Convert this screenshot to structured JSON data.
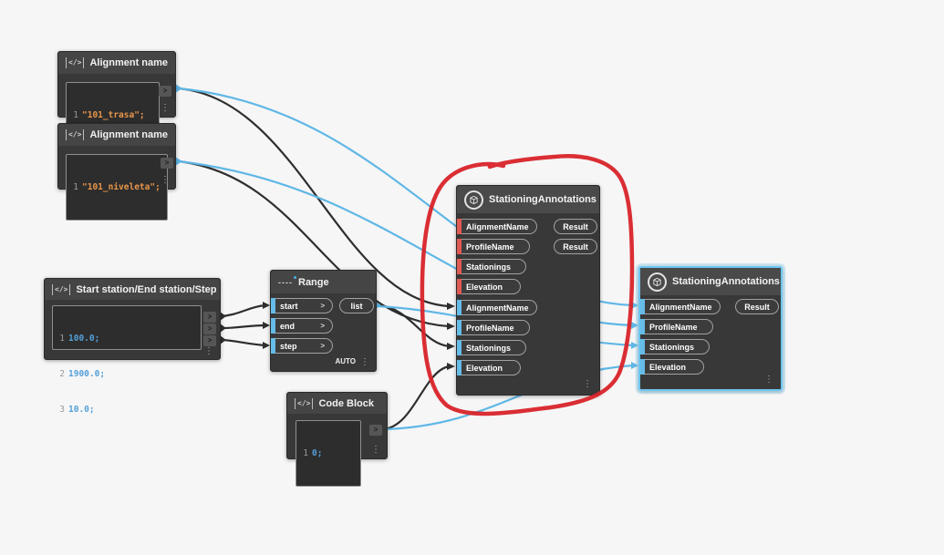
{
  "canvas": {
    "background": "#f6f6f6"
  },
  "colors": {
    "wire_black": "#2e2e2e",
    "wire_blue": "#5fb7e6",
    "port_connected_blue": "#66bce8",
    "port_unconnected_red": "#e05a54",
    "selection_blue": "#6ec6f0",
    "annotation_red": "#d82329",
    "code_string_orange": "#e8964a",
    "code_number_blue": "#55a0d8"
  },
  "ui": {
    "chevron": ">",
    "ellipsis": "⋮",
    "lacing": "AUTO"
  },
  "nodes": {
    "alignment_name_1": {
      "title": "Alignment name",
      "code_lines": [
        {
          "n": "1",
          "text": "\"101_trasa\";"
        }
      ]
    },
    "alignment_name_2": {
      "title": "Alignment name",
      "code_lines": [
        {
          "n": "1",
          "text": "\"101_niveleta\";"
        }
      ]
    },
    "start_end_step": {
      "title": "Start station/End station/Step",
      "code_lines": [
        {
          "n": "1",
          "text": "100.0;"
        },
        {
          "n": "2",
          "text": "1900.0;"
        },
        {
          "n": "3",
          "text": "10.0;"
        }
      ]
    },
    "range": {
      "title": "Range",
      "inputs": [
        "start",
        "end",
        "step"
      ],
      "outputs": [
        "list"
      ],
      "lacing": "AUTO"
    },
    "code_block": {
      "title": "Code Block",
      "code_lines": [
        {
          "n": "1",
          "text": "0;"
        }
      ]
    },
    "stationing_center": {
      "title": "StationingAnnotations",
      "inputs": [
        "AlignmentName",
        "ProfileName",
        "Stationings",
        "Elevation",
        "AlignmentName",
        "ProfileName",
        "Stationings",
        "Elevation"
      ],
      "outputs": [
        "Result",
        "Result"
      ]
    },
    "stationing_right": {
      "title": "StationingAnnotations",
      "inputs": [
        "AlignmentName",
        "ProfileName",
        "Stationings",
        "Elevation"
      ],
      "outputs": [
        "Result"
      ]
    }
  }
}
